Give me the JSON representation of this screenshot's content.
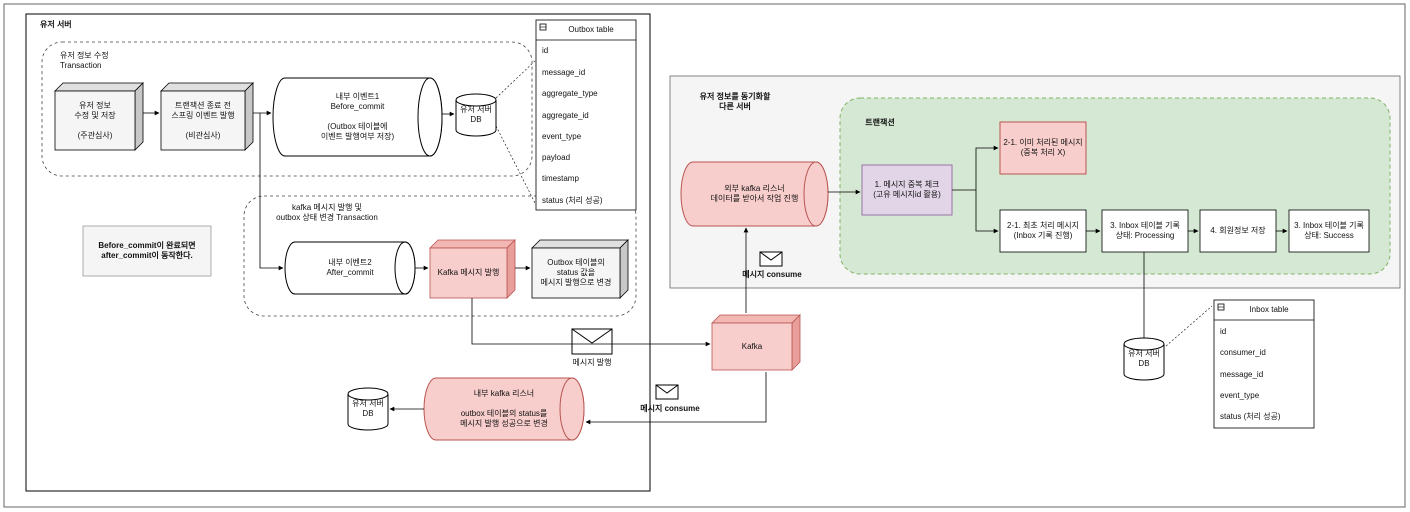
{
  "user_server": {
    "title": "유저 서버",
    "tx1_label": "유저 정보 수정\nTransaction",
    "box_update": "유저 정보\n수정 및 저장\n\n(주관심사)",
    "box_event_publish": "트랜잭션 종료 전\n스프링 이벤트 발행\n\n(비관심사)",
    "event1": "내부 이벤트1\nBefore_commit\n\n(Outbox 테이블에\n이벤트 발행여부 저장)",
    "db1": "유저 서버\nDB",
    "tx2_label": "kafka 메시지 발행 및\noutbox 상태 변경 Transaction",
    "event2": "내부 이벤트2\nAfter_commit",
    "kafka_publish": "Kafka 메시지 발행",
    "outbox_update": "Outbox 테이블의\nstatus 값을\n메시지 발행으로 변경",
    "note": "Before_commit이 완료되면\nafter_commit이 동작한다.",
    "internal_listener": "내부 kafka 리스너\n\noutbox 테이블의 status를\n메시지 발행 성공으로 변경",
    "db2": "유저 서버\nDB"
  },
  "outbox_table": {
    "title": "Outbox table",
    "fields": [
      "id",
      "message_id",
      "aggregate_type",
      "aggregate_id",
      "event_type",
      "payload",
      "timestamp",
      "status (처리 성공)"
    ]
  },
  "kafka": {
    "label": "Kafka"
  },
  "messages": {
    "publish": "메시지 발행",
    "consume_internal": "메시지 consume",
    "consume_external": "메시지 consume"
  },
  "other_server": {
    "title": "유저 정보를 동기화할\n다른 서버",
    "tx_label": "트랜잭션",
    "external_listener": "외부 kafka 리스너\n데이터를 받아서 작업 진행",
    "dup_check": "1. 메시지 중복 체크\n(고유 메시지id 활용)",
    "already_processed": "2-1. 이미 처리된 메시지\n(중복 처리 X)",
    "first_process": "2-1. 최초 처리 메시지\n(Inbox 기록 진행)",
    "inbox_processing": "3. Inbox 테이블 기록\n상태: Processing",
    "save_member": "4. 회원정보 저장",
    "inbox_success": "3. Inbox 테이블 기록\n상태: Success",
    "db": "유저 서버\nDB"
  },
  "inbox_table": {
    "title": "Inbox table",
    "fields": [
      "id",
      "consumer_id",
      "message_id",
      "event_type",
      "status (처리 성공)"
    ]
  },
  "colors": {
    "red_fill": "#f8cecc",
    "red_stroke": "#b85450",
    "green_fill": "#d5e8d4",
    "green_stroke": "#82b366",
    "purple_fill": "#e1d5e7",
    "purple_stroke": "#9673a6",
    "gray_panel": "#f5f5f5"
  }
}
